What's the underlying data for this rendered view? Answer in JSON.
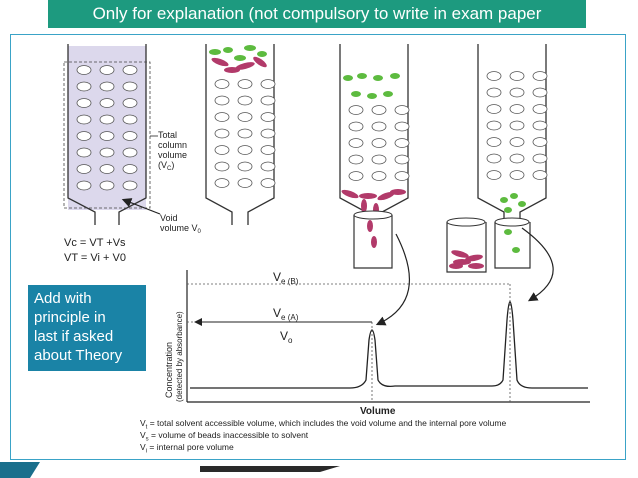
{
  "banner": {
    "text": "Only for explanation (not compulsory to write in exam paper"
  },
  "note": {
    "lines": [
      "Add with",
      "principle in",
      "last if  asked",
      "about Theory"
    ]
  },
  "column_labels": {
    "total_line1": "Total",
    "total_line2": "column",
    "total_line3": "volume",
    "total_line4": "(V",
    "total_sub": "C",
    "total_end": ")",
    "void_line1": "Void",
    "void_line2": "volume V",
    "void_sub": "0"
  },
  "equations": {
    "eq1": "Vc = VT +Vs",
    "eq2": "VT = Vi + V0"
  },
  "graph": {
    "ylabel_line1": "Concentration",
    "ylabel_line2": "(detected by absorbance)",
    "xlabel": "Volume",
    "ve_b": "V",
    "ve_b_sub": "e (B)",
    "ve_a": "V",
    "ve_a_sub": "e (A)",
    "vo": "V",
    "vo_sub": "o"
  },
  "legend": {
    "vt": "= total solvent accessible volume, which includes the void volume and the internal pore volume",
    "vs": "= volume of beads inaccessible to solvent",
    "vi": "= internal pore volume",
    "vt_sym": "V",
    "vt_sub": "t",
    "vs_sym": "V",
    "vs_sub": "s",
    "vi_sym": "V",
    "vi_sub": "i"
  },
  "colors": {
    "banner": "#1d9a7f",
    "note": "#1a83a6",
    "frame": "#3aa3c7",
    "molecule_large": "#b23a6a",
    "molecule_small": "#5dbb3f",
    "column_fill": "#dcd8ec"
  }
}
